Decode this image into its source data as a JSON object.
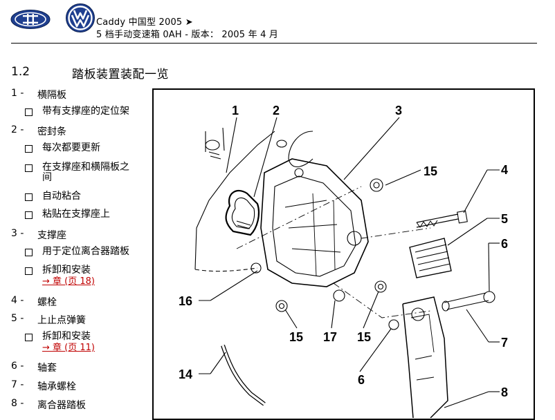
{
  "header": {
    "model": "Caddy  中国型  2005  ➤",
    "subtitle": "5 档手动变速箱 0AH - 版本：  2005  年  4  月"
  },
  "section": {
    "number": "1.2",
    "title": "踏板装置装配一览"
  },
  "items": [
    {
      "num": "1 -",
      "label": "横隔板"
    },
    {
      "num": "2 -",
      "label": "密封条"
    },
    {
      "num": "3 -",
      "label": "支撑座"
    },
    {
      "num": "4 -",
      "label": "螺栓"
    },
    {
      "num": "5 -",
      "label": "上止点弹簧"
    },
    {
      "num": "6 -",
      "label": "轴套"
    },
    {
      "num": "7 -",
      "label": "轴承螺栓"
    },
    {
      "num": "8 -",
      "label": "离合器踏板"
    }
  ],
  "subs": [
    {
      "text": "带有支撑座的定位架"
    },
    {
      "text": "每次都要更新"
    },
    {
      "text": "在支撑座和横隔板之",
      "text2": "间"
    },
    {
      "text": "自动粘合"
    },
    {
      "text": "粘贴在支撑座上"
    },
    {
      "text": "用于定位离合器踏板"
    },
    {
      "text": "拆卸和安装",
      "link": "→ 章 (页 18)"
    },
    {
      "text": "拆卸和安装",
      "link": "→ 章 (页 11)"
    }
  ],
  "figure": {
    "callouts": [
      "1",
      "2",
      "3",
      "15",
      "4",
      "5",
      "6",
      "16",
      "15",
      "17",
      "15",
      "7",
      "14",
      "6",
      "8"
    ]
  }
}
